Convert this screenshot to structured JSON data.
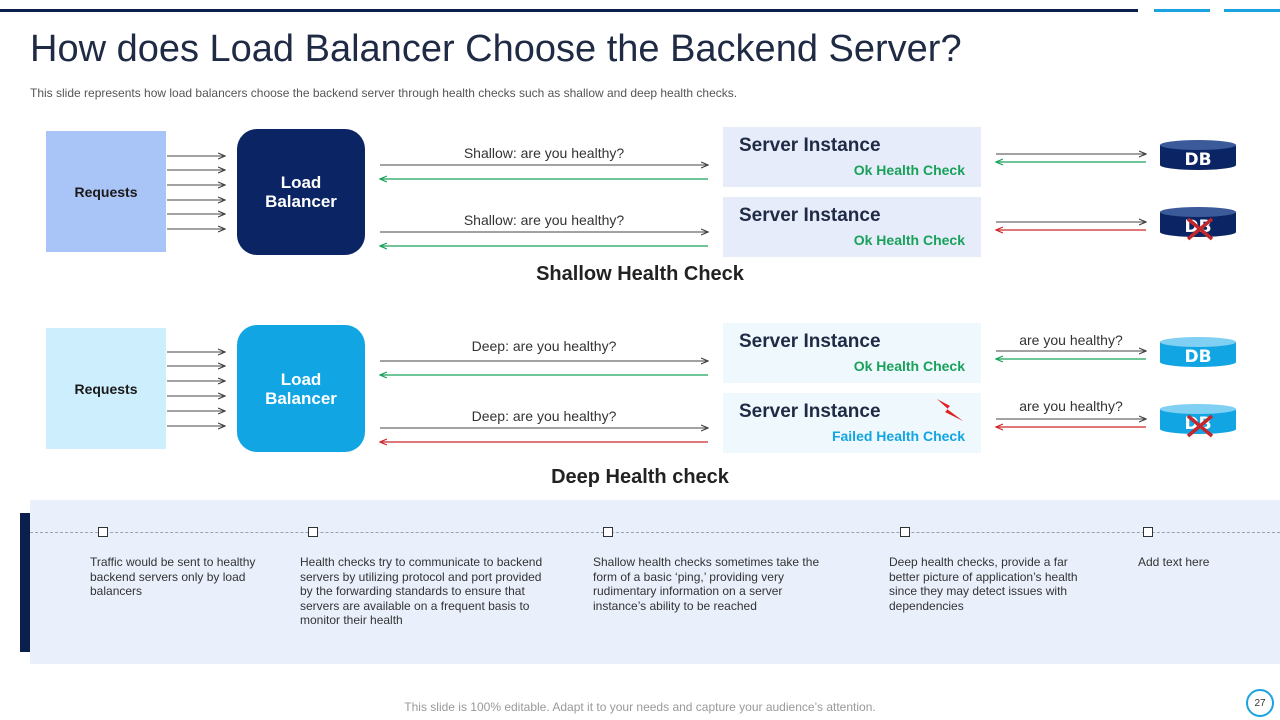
{
  "slide": {
    "title": "How does Load Balancer Choose the Backend Server?",
    "subtitle": "This slide represents how load balancers choose the backend server through health checks such as shallow and deep health checks.",
    "footer": "This slide is 100% editable. Adapt it to your needs and capture your audience’s attention.",
    "page_number": "27"
  },
  "shallow": {
    "section_title": "Shallow Health Check",
    "requests_label": "Requests",
    "lb_line1": "Load",
    "lb_line2": "Balancer",
    "query_top": "Shallow: are you healthy?",
    "query_bottom": "Shallow: are you healthy?",
    "server_top": {
      "name": "Server Instance",
      "status": "Ok Health Check"
    },
    "server_bottom": {
      "name": "Server Instance",
      "status": "Ok Health Check"
    },
    "db_top": "DB",
    "db_bottom": "DB",
    "colors": {
      "requests": "#a9c4f7",
      "lb": "#0b2463",
      "server_bg": "#e6ecfa",
      "ok": "#19a15a"
    }
  },
  "deep": {
    "section_title": "Deep Health check",
    "requests_label": "Requests",
    "lb_line1": "Load",
    "lb_line2": "Balancer",
    "query_top": "Deep: are you healthy?",
    "query_bottom": "Deep: are you healthy?",
    "db_query_top": "are you healthy?",
    "db_query_bottom": "are you healthy?",
    "server_top": {
      "name": "Server Instance",
      "status": "Ok Health Check"
    },
    "server_bottom": {
      "name": "Server Instance",
      "status": "Failed  Health Check"
    },
    "db_top": "DB",
    "db_bottom": "DB",
    "colors": {
      "requests": "#cdeefc",
      "lb": "#12a5e3",
      "server_bg": "#eef8fd",
      "ok": "#19a15a",
      "failed": "#12a5e3"
    }
  },
  "timeline": [
    {
      "text": "Traffic would be sent to healthy backend servers only by load balancers"
    },
    {
      "text": "Health checks try to communicate to backend servers by utilizing protocol and port provided by the forwarding standards to ensure that servers are available on a frequent basis to monitor their health"
    },
    {
      "text": "Shallow health checks sometimes take the form of a basic ‘ping,’ providing very rudimentary information on a server instance’s ability to be reached"
    },
    {
      "text": "Deep health checks, provide a far better picture of application’s health since they may detect issues with dependencies"
    },
    {
      "text": "Add text here"
    }
  ],
  "icons": {
    "failure": "x-mark-icon",
    "alert": "lightning-bolt-icon"
  },
  "colors": {
    "navy": "#0b1f4d",
    "accent": "#1aa3e0",
    "green_arrow": "#19a15a",
    "red_arrow": "#d0262b"
  }
}
